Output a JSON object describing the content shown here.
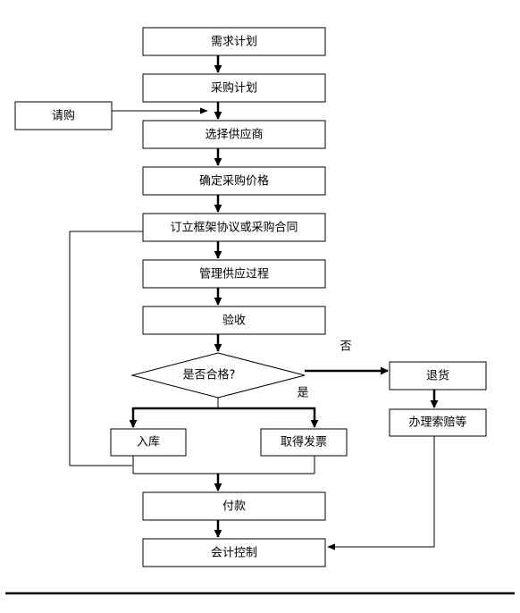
{
  "nodes": {
    "demand_plan": "需求计划",
    "purchase_plan": "采购计划",
    "requisition": "请购",
    "select_supplier": "选择供应商",
    "confirm_price": "确定采购价格",
    "sign_contract": "订立框架协议或采购合同",
    "manage_supply": "管理供应过程",
    "inspection": "验收",
    "qualified_decision": "是否合格?",
    "return_goods": "退货",
    "claim_compensation": "办理索赔等",
    "warehousing": "入库",
    "get_invoice": "取得发票",
    "payment": "付款",
    "accounting_control": "会计控制"
  },
  "edge_labels": {
    "no": "否",
    "yes": "是"
  },
  "colors": {
    "stroke": "#000000",
    "fill": "#ffffff",
    "text": "#000000"
  }
}
